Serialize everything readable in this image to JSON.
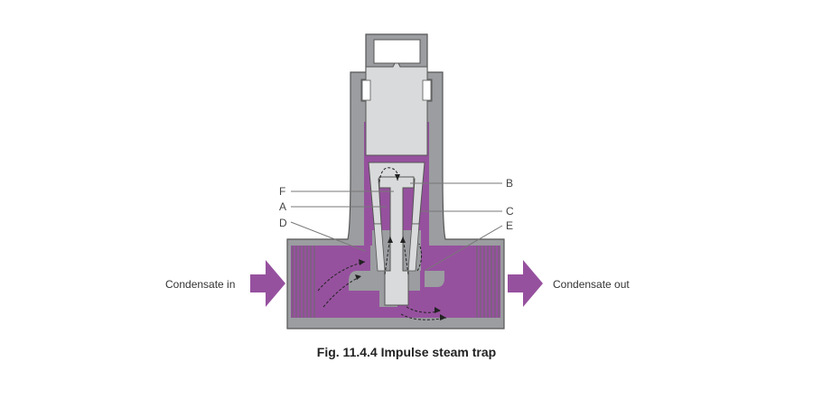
{
  "labels": {
    "a": "A",
    "b": "B",
    "c": "C",
    "d": "D",
    "e": "E",
    "f": "F"
  },
  "flow": {
    "inlet": "Condensate in",
    "outlet": "Condensate out"
  },
  "caption": "Fig. 11.4.4 Impulse steam trap",
  "colors": {
    "body": "#9b9da0",
    "condensate": "#96519e",
    "arrow": "#96519e",
    "part": "#d9dadb",
    "outline": "#555555"
  }
}
